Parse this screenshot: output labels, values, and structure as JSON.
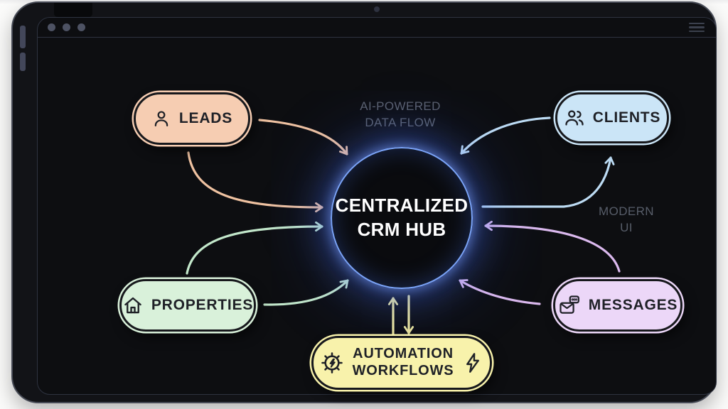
{
  "window": {
    "controls": {
      "count": "3"
    },
    "menu_icon": "hamburger"
  },
  "diagram": {
    "hub": {
      "line1": "CENTRALIZED",
      "line2": "CRM HUB",
      "ring_color": "#7ba4f9"
    },
    "nodes": {
      "leads": {
        "label": "LEADS",
        "color": "#f6cdb2",
        "arrow_color": "#efc2a1",
        "icon": "person-icon"
      },
      "clients": {
        "label": "CLIENTS",
        "color": "#cbe5f7",
        "arrow_color": "#bddcf4",
        "icon": "people-icon"
      },
      "properties": {
        "label": "PROPERTIES",
        "color": "#d9f1da",
        "arrow_color": "#c3e8cb",
        "icon": "home-icon"
      },
      "messages": {
        "label": "MESSAGES",
        "color": "#ecd7f8",
        "arrow_color": "#dbb9ee",
        "icon": "mail-chat-icon"
      },
      "automation": {
        "line1": "AUTOMATION",
        "line2": "WORKFLOWS",
        "color": "#f8f2ab",
        "arrow_color": "#efe89e",
        "icon": "gear-bolt-icon",
        "icon_right": "bolt-icon"
      }
    },
    "annotations": {
      "data_flow": {
        "line1": "AI-POWERED",
        "line2": "DATA FLOW"
      },
      "modern_ui": {
        "line1": "MODERN",
        "line2": "UI"
      }
    }
  }
}
